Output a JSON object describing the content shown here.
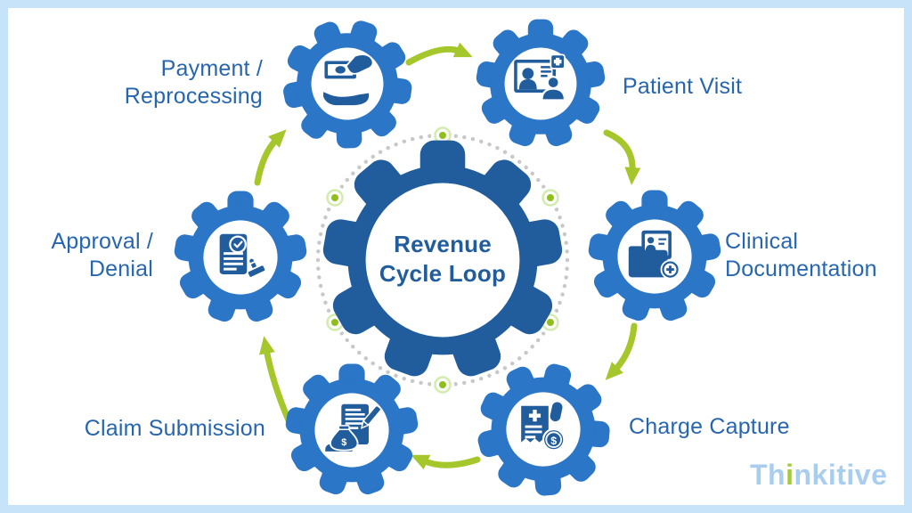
{
  "diagram": {
    "title": "Revenue\nCycle Loop",
    "stages": [
      {
        "label": "Payment /\nReprocessing",
        "icon": "payment-hand-icon"
      },
      {
        "label": "Patient Visit",
        "icon": "patient-visit-icon"
      },
      {
        "label": "Clinical\nDocumentation",
        "icon": "clinical-documentation-icon"
      },
      {
        "label": "Charge Capture",
        "icon": "charge-capture-icon"
      },
      {
        "label": "Claim Submission",
        "icon": "claim-submission-icon"
      },
      {
        "label": "Approval /\nDenial",
        "icon": "approval-denial-icon"
      }
    ],
    "flow_arrows": [
      "payment-to-patient-visit",
      "patient-visit-to-clinical-documentation",
      "clinical-documentation-to-charge-capture",
      "charge-capture-to-claim-submission",
      "claim-submission-to-approval-denial",
      "approval-denial-to-payment"
    ]
  },
  "logo": {
    "prefix": "Th",
    "highlight": "i",
    "suffix": "nkitive"
  },
  "colors": {
    "outer_gear_blue": "#2b76c6",
    "center_gear_blue": "#215d9d",
    "label_blue": "#2766ae",
    "arrow_green": "#a5c72b",
    "milestone_dot_green": "#8fbe1d",
    "milestone_ring_green": "#d3ebae",
    "track_dot_gray": "#c8c8c8",
    "logo_blue": "#a9cdee",
    "logo_green": "#a3c93c",
    "frame_border": "#c7e3f9"
  }
}
